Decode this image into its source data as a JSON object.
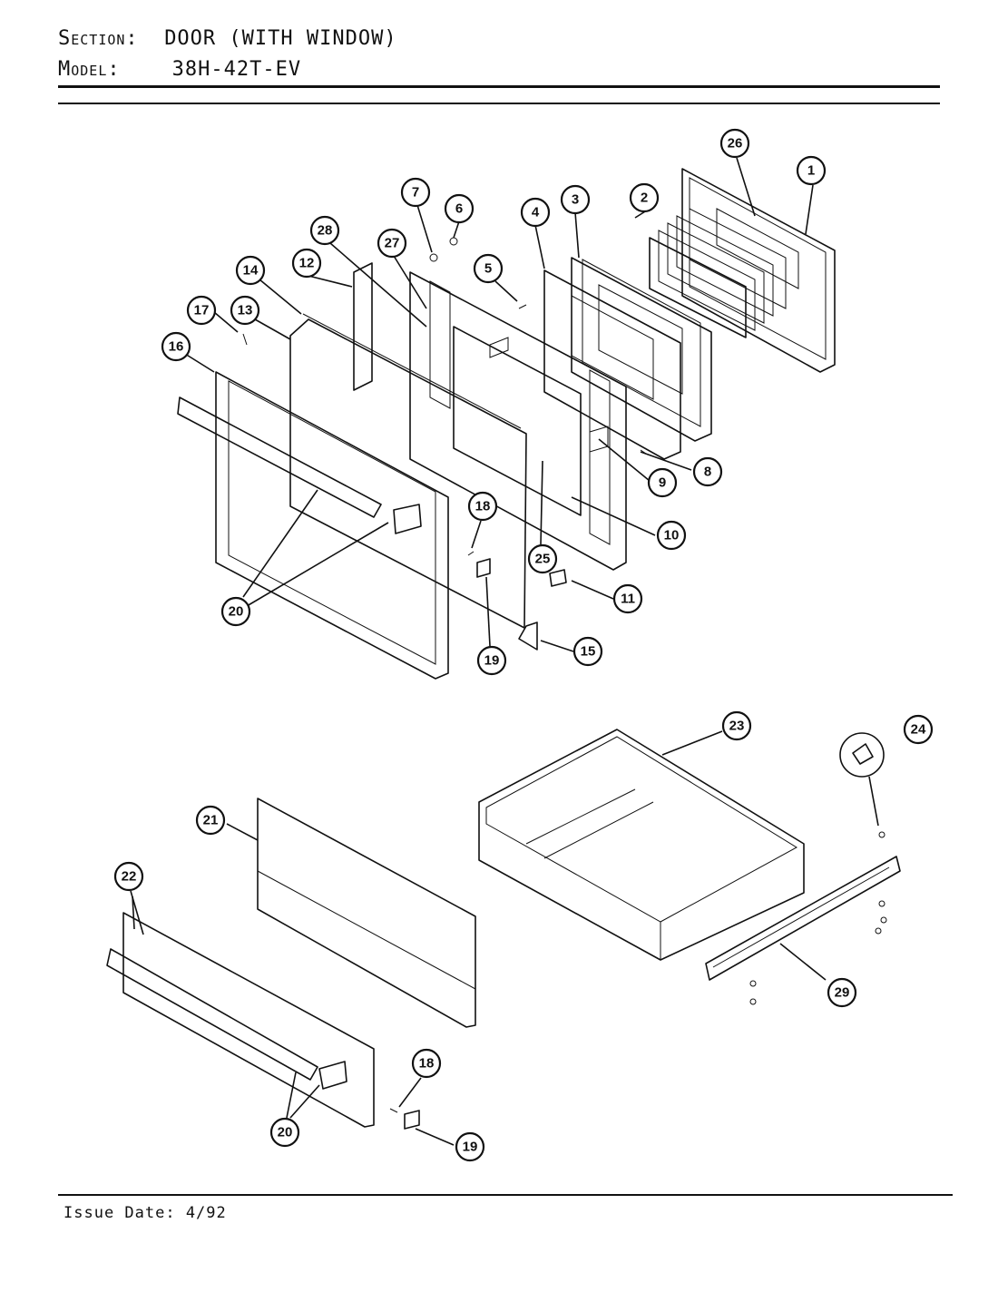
{
  "header": {
    "section_label": "Section:",
    "section_value": "DOOR  (WITH WINDOW)",
    "model_label": "Model:",
    "model_value": "38H-42T-EV"
  },
  "footer": {
    "issue_date": "Issue Date: 4/92"
  },
  "callouts": [
    "1",
    "2",
    "3",
    "4",
    "5",
    "6",
    "7",
    "8",
    "9",
    "10",
    "11",
    "12",
    "13",
    "14",
    "15",
    "16",
    "17",
    "18",
    "19",
    "20",
    "21",
    "22",
    "23",
    "24",
    "25",
    "26",
    "27",
    "28",
    "29"
  ]
}
